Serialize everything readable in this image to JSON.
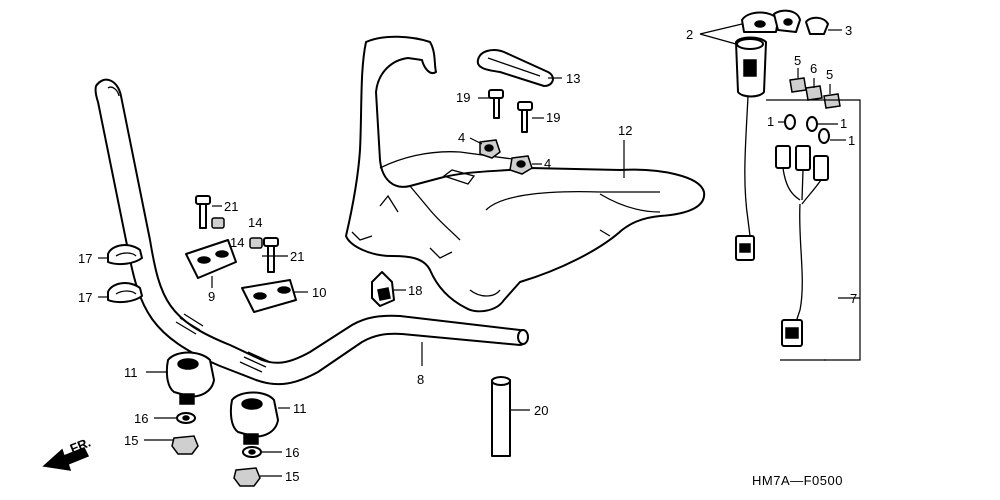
{
  "callouts": {
    "c1a": "1",
    "c1b": "1",
    "c1c": "1",
    "c2": "2",
    "c3": "3",
    "c4a": "4",
    "c4b": "4",
    "c5a": "5",
    "c5b": "5",
    "c6": "6",
    "c7": "7",
    "c8": "8",
    "c9": "9",
    "c10": "10",
    "c11a": "11",
    "c11b": "11",
    "c12": "12",
    "c13": "13",
    "c14a": "14",
    "c14b": "14",
    "c15a": "15",
    "c15b": "15",
    "c16a": "16",
    "c16b": "16",
    "c17a": "17",
    "c17b": "17",
    "c18": "18",
    "c19a": "19",
    "c19b": "19",
    "c20": "20",
    "c21a": "21",
    "c21b": "21"
  },
  "front_label": "FR.",
  "diagram_code": "HM7A—F0500"
}
